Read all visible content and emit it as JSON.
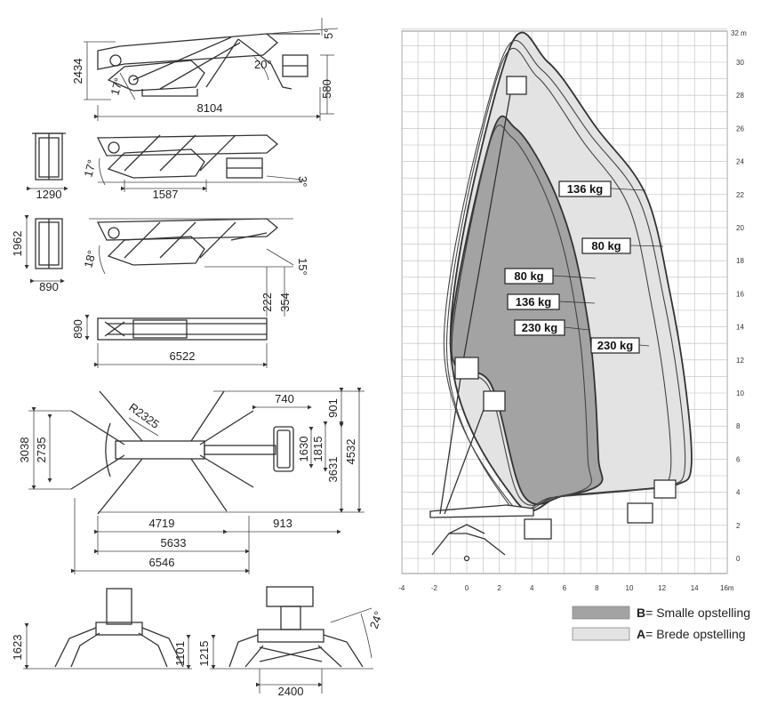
{
  "drawings": {
    "side_transport": {
      "height": "2434",
      "length": "8104",
      "angle_jib": "5°",
      "angle_boom": "20°",
      "angle_base": "17°",
      "basket": "580"
    },
    "side_folded": {
      "front_width": "1290",
      "mid": "1587",
      "angle_rear": "17°",
      "angle_front": "3°"
    },
    "side_stairs": {
      "front_height": "1962",
      "front_width": "890",
      "angle_rear": "18°",
      "angle_front": "15°",
      "clear1": "222",
      "clear2": "354"
    },
    "top_transport": {
      "width": "890",
      "length": "6522"
    },
    "top_outriggers": {
      "basket_w": "740",
      "radius": "R2325",
      "h_3038": "3038",
      "h_2735": "2735",
      "basket_d1": "1630",
      "basket_d2": "1815",
      "d_901": "901",
      "d_3631": "3631",
      "d_4532": "4532",
      "w_4719": "4719",
      "w_913": "913",
      "w_5633": "5633",
      "w_6546": "6546"
    },
    "front_narrow": {
      "h_1623": "1623",
      "h_1101": "1101"
    },
    "front_wide": {
      "h_1215": "1215",
      "w_2400": "2400",
      "angle": "24°"
    }
  },
  "chart": {
    "y_unit": "32 m",
    "x_unit": "16m",
    "y_ticks": [
      "0",
      "2",
      "4",
      "6",
      "8",
      "10",
      "12",
      "14",
      "16",
      "18",
      "20",
      "22",
      "24",
      "26",
      "28",
      "30"
    ],
    "x_ticks": [
      "-4",
      "-2",
      "0",
      "2",
      "4",
      "6",
      "8",
      "10",
      "12",
      "14"
    ],
    "labels_wide": [
      "136 kg",
      "80 kg",
      "230 kg"
    ],
    "labels_narrow": [
      "80 kg",
      "136 kg",
      "230 kg"
    ]
  },
  "chart_data": {
    "type": "area",
    "xlabel": "",
    "ylabel": "",
    "xlim": [
      -4,
      16
    ],
    "ylim": [
      0,
      32
    ],
    "grid": true,
    "series": [
      {
        "name": "B= Smalle opstelling",
        "color": "#a3a3a3",
        "x": [
          -1,
          1.5,
          3,
          5,
          6.5,
          7.5,
          7.9,
          8.1,
          8.2,
          6,
          3.5,
          1.5
        ],
        "y": [
          13,
          25.5,
          26,
          23,
          19,
          14,
          10,
          6,
          4.5,
          3.8,
          3.8,
          10.5
        ]
      },
      {
        "name": "A= Brede opstelling",
        "color": "#e3e3e3",
        "x": [
          -1,
          2.5,
          5,
          8,
          11,
          12.5,
          13.5,
          13.8,
          13,
          11,
          6,
          3
        ],
        "y": [
          13,
          30.5,
          30,
          26,
          22,
          16,
          10,
          5.5,
          4.5,
          4.2,
          3.8,
          3.5
        ]
      }
    ]
  },
  "legend": [
    {
      "key": "B",
      "text": "= Smalle opstelling",
      "color": "#a3a3a3"
    },
    {
      "key": "A",
      "text": "= Brede opstelling",
      "color": "#e3e3e3"
    }
  ]
}
